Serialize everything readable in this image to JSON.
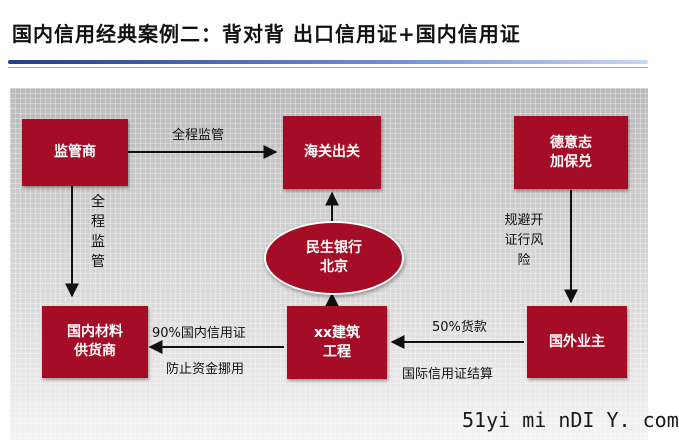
{
  "title": "国内信用经典案例二：背对背 出口信用证+国内信用证",
  "nodes": {
    "regulator": "监管商",
    "customs": "海关出关",
    "insurer": "德意志\n加保兑",
    "bank": "民生银行\n北京",
    "supplier": "国内材料\n供货商",
    "builder": "xx建筑\n工程",
    "foreign_owner": "国外业主"
  },
  "labels": {
    "full_supervision_h": "全程监管",
    "full_supervision_v": "全程监管",
    "avoid_risk": "规避开证行风险",
    "domestic_lc": "90%国内信用证",
    "prevent_misuse": "防止资金挪用",
    "payment_50": "50%货款",
    "intl_lc_settlement": "国际信用证结算"
  },
  "watermark": "51yi mi nDI Y. com",
  "colors": {
    "box_red": "#a50d26",
    "arrow": "#111111"
  }
}
